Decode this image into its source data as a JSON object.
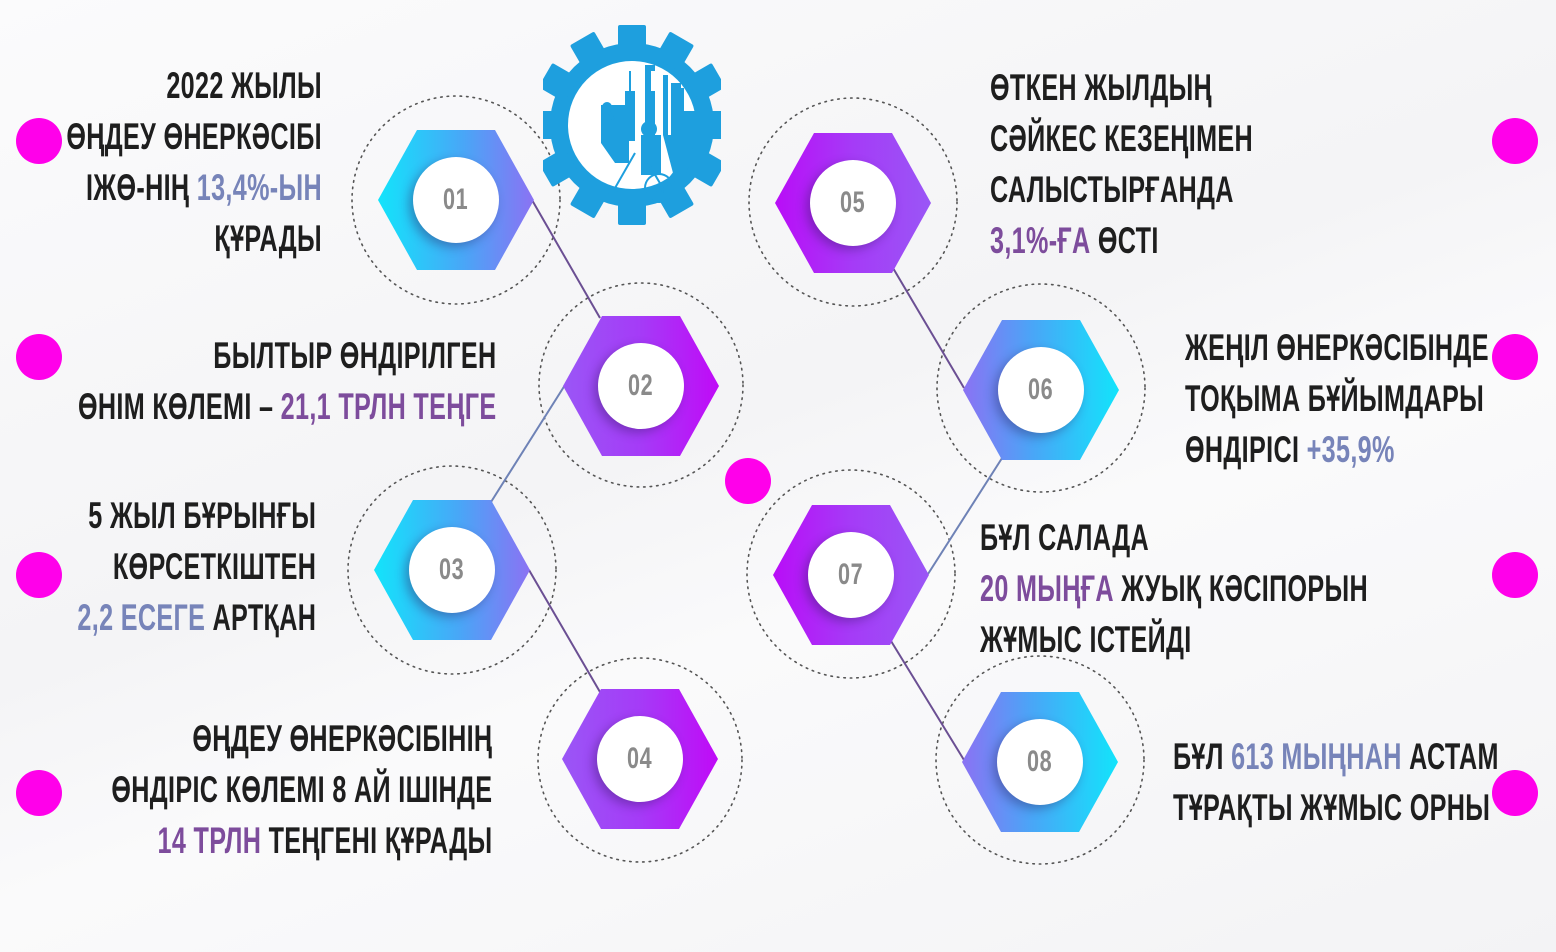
{
  "colors": {
    "background": "#f6f6f8",
    "bullet_dot": "#ff00ea",
    "text_dark": "#1e1e1e",
    "highlight_blue": "#7784b9",
    "highlight_purple": "#7d4c9c",
    "hex_blue_start": "#12e4fb",
    "hex_blue_end": "#8b72f3",
    "hex_purple_start": "#b90df7",
    "hex_purple_end": "#9a56f6",
    "gear_logo": "#1e9fde",
    "connector_line": "#6a5a9a",
    "number_text": "#8a8a8a"
  },
  "logo": {
    "icon": "gear-factory-flask-icon"
  },
  "nodes": [
    {
      "number": "01",
      "style": "blue",
      "lines": [
        [
          {
            "t": "2022 ЖЫЛЫ",
            "h": ""
          }
        ],
        [
          {
            "t": "ӨҢДЕУ ӨНЕРКӘСІБІ",
            "h": ""
          }
        ],
        [
          {
            "t": "ІЖӨ-НІҢ ",
            "h": ""
          },
          {
            "t": "13,4%-ЫН",
            "h": "blue"
          }
        ],
        [
          {
            "t": "ҚҰРАДЫ",
            "h": ""
          }
        ]
      ]
    },
    {
      "number": "02",
      "style": "purple",
      "lines": [
        [
          {
            "t": "БЫЛТЫР ӨНДІРІЛГЕН",
            "h": ""
          }
        ],
        [
          {
            "t": "ӨНІМ  КӨЛЕМІ – ",
            "h": ""
          },
          {
            "t": "21,1 ТРЛН ТЕҢГЕ",
            "h": "purple"
          }
        ]
      ]
    },
    {
      "number": "03",
      "style": "blue",
      "lines": [
        [
          {
            "t": "5 ЖЫЛ БҰРЫНҒЫ",
            "h": ""
          }
        ],
        [
          {
            "t": "КӨРСЕТКІШТЕН",
            "h": ""
          }
        ],
        [
          {
            "t": "2,2 ЕСЕГЕ",
            "h": "blue"
          },
          {
            "t": " АРТҚАН",
            "h": ""
          }
        ]
      ]
    },
    {
      "number": "04",
      "style": "purple",
      "lines": [
        [
          {
            "t": "ӨҢДЕУ ӨНЕРКӘСІБІНІҢ",
            "h": ""
          }
        ],
        [
          {
            "t": "ӨНДІРІС КӨЛЕМІ 8 АЙ ІШІНДЕ",
            "h": ""
          }
        ],
        [
          {
            "t": "14 ТРЛН",
            "h": "purple"
          },
          {
            "t": " ТЕҢГЕНІ ҚҰРАДЫ",
            "h": ""
          }
        ]
      ]
    },
    {
      "number": "05",
      "style": "purple",
      "lines": [
        [
          {
            "t": "ӨТКЕН ЖЫЛДЫҢ",
            "h": ""
          }
        ],
        [
          {
            "t": "СӘЙКЕС КЕЗЕҢІМЕН",
            "h": ""
          }
        ],
        [
          {
            "t": "САЛЫСТЫРҒАНДА",
            "h": ""
          }
        ],
        [
          {
            "t": "3,1%-ҒА",
            "h": "purple"
          },
          {
            "t": " ӨСТІ",
            "h": ""
          }
        ]
      ]
    },
    {
      "number": "06",
      "style": "blue",
      "lines": [
        [
          {
            "t": "ЖЕҢІЛ ӨНЕРКӘСІБІНДЕ",
            "h": ""
          }
        ],
        [
          {
            "t": "ТОҚЫМА БҰЙЫМДАРЫ",
            "h": ""
          }
        ],
        [
          {
            "t": "ӨНДІРІСІ ",
            "h": ""
          },
          {
            "t": "+35,9%",
            "h": "blue"
          }
        ]
      ]
    },
    {
      "number": "07",
      "style": "purple",
      "lines": [
        [
          {
            "t": "БҰЛ САЛАДА",
            "h": ""
          }
        ],
        [
          {
            "t": "20 МЫҢҒА",
            "h": "purple"
          },
          {
            "t": " ЖУЫҚ КӘСІПОРЫН",
            "h": ""
          }
        ],
        [
          {
            "t": "ЖҰМЫС ІСТЕЙДІ",
            "h": ""
          }
        ]
      ]
    },
    {
      "number": "08",
      "style": "blue",
      "lines": [
        [
          {
            "t": "БҰЛ ",
            "h": ""
          },
          {
            "t": "613 МЫҢНАН",
            "h": "blue"
          },
          {
            "t": " АСТАМ",
            "h": ""
          }
        ],
        [
          {
            "t": "ТҰРАҚТЫ ЖҰМЫС ОРНЫ",
            "h": ""
          }
        ]
      ]
    }
  ]
}
